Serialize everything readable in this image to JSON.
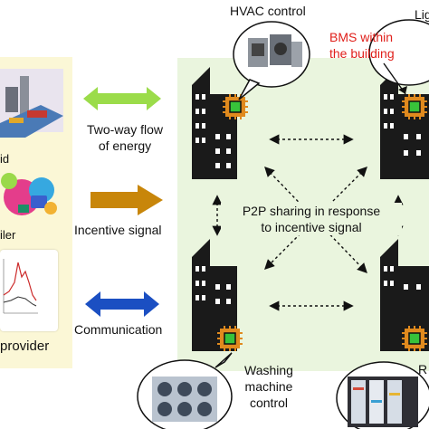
{
  "left_panel": {
    "labels": {
      "grid": "id",
      "retailer": "iler",
      "provider": "provider"
    }
  },
  "middle": {
    "energy_flow": "Two-way flow\nof energy",
    "incentive": "Incentive signal",
    "communication": "Communication"
  },
  "right_panel": {
    "hvac": "HVAC control",
    "lighting_partial": "Lig",
    "bms": "BMS within\nthe building",
    "p2p": "P2P sharing in response\nto incentive signal",
    "washing": "Washing\nmachine\ncontrol",
    "refrigeration_partial": "R"
  },
  "colors": {
    "green_arrow": "#9bdc4a",
    "gold_arrow": "#c8860a",
    "blue_arrow": "#1b4fc2",
    "bms_red": "#e0201b",
    "left_bg": "#fbf7d6",
    "right_bg": "#eaf5de"
  }
}
